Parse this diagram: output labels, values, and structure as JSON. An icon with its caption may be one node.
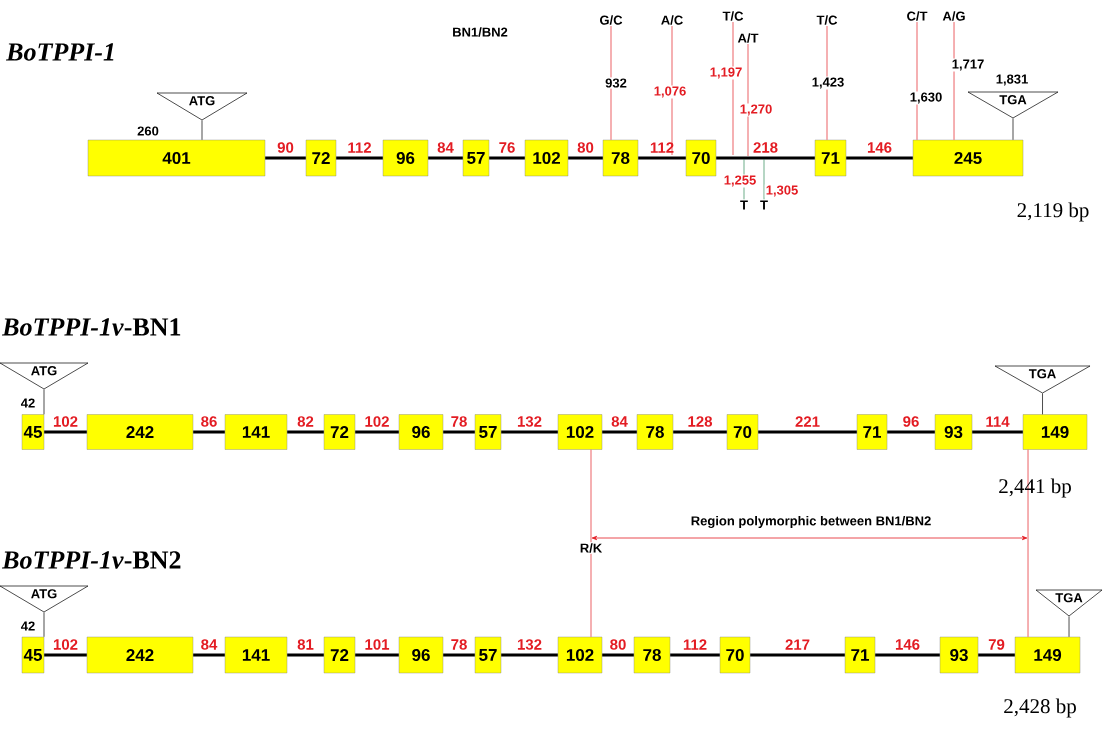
{
  "diagram": {
    "nodes": [
      {
        "text": [
          "ATG"
        ]
      },
      {
        "text": [
          "TGA"
        ],
        "beside": [
          "1,831"
        ]
      },
      {
        "text": [
          "401"
        ]
      },
      {
        "text": [
          "72"
        ]
      },
      {
        "text": [
          "96"
        ]
      },
      {
        "text": [
          "57"
        ]
      },
      {
        "text": [
          "102"
        ]
      },
      {
        "text": [
          "78"
        ]
      },
      {
        "text": [
          "70"
        ]
      },
      {
        "text": [
          "71"
        ]
      },
      {
        "text": [
          "245"
        ]
      },
      {
        "text": [
          "ATG"
        ]
      },
      {
        "text": [
          "TGA"
        ]
      },
      {
        "text": [
          "45"
        ]
      },
      {
        "text": [
          "242"
        ]
      },
      {
        "text": [
          "141"
        ]
      },
      {
        "text": [
          "72"
        ]
      },
      {
        "text": [
          "96"
        ]
      },
      {
        "text": [
          "57"
        ]
      },
      {
        "text": [
          "102"
        ]
      },
      {
        "text": [
          "78"
        ]
      },
      {
        "text": [
          "70"
        ]
      },
      {
        "text": [
          "71"
        ]
      },
      {
        "text": [
          "93"
        ]
      },
      {
        "text": [
          "149"
        ]
      },
      {
        "text": [
          "ATG"
        ]
      },
      {
        "text": [
          "TGA"
        ]
      },
      {
        "text": [
          "45"
        ]
      },
      {
        "text": [
          "242"
        ]
      },
      {
        "text": [
          "141"
        ]
      },
      {
        "text": [
          "72"
        ]
      },
      {
        "text": [
          "96"
        ]
      },
      {
        "text": [
          "57"
        ]
      },
      {
        "text": [
          "102"
        ]
      },
      {
        "text": [
          "78"
        ]
      },
      {
        "text": [
          "70"
        ]
      },
      {
        "text": [
          "71"
        ]
      },
      {
        "text": [
          "93"
        ]
      },
      {
        "text": [
          "149"
        ]
      },
      {
        "text": [
          "G/C"
        ]
      },
      {
        "text": [
          "A/C"
        ]
      },
      {
        "text": [
          "T/C"
        ]
      },
      {
        "text": [
          "A/T"
        ]
      },
      {
        "text": [
          "T/C"
        ]
      },
      {
        "text": [
          "C/T"
        ]
      },
      {
        "text": [
          "A/G"
        ]
      },
      {
        "text": [
          "T"
        ]
      },
      {
        "text": [
          "T"
        ]
      }
    ],
    "edges": [
      {
        "from": 2,
        "to": 3,
        "arrow": "none",
        "label": "90"
      },
      {
        "from": 3,
        "to": 4,
        "arrow": "none",
        "label": "112"
      },
      {
        "from": 4,
        "to": 5,
        "arrow": "none",
        "label": "84"
      },
      {
        "from": 5,
        "to": 6,
        "arrow": "none",
        "label": "76"
      },
      {
        "from": 6,
        "to": 7,
        "arrow": "none",
        "label": "80"
      },
      {
        "from": 7,
        "to": 8,
        "arrow": "none",
        "label": "112"
      },
      {
        "from": 8,
        "to": 9,
        "arrow": "none",
        "label": "218"
      },
      {
        "from": 9,
        "to": 10,
        "arrow": "none",
        "label": "146"
      },
      {
        "from": 0,
        "to": 2,
        "arrow": "none"
      },
      {
        "from": 1,
        "to": 10,
        "arrow": "none"
      },
      {
        "from": 13,
        "to": 14,
        "arrow": "none",
        "label": "102"
      },
      {
        "from": 14,
        "to": 15,
        "arrow": "none",
        "label": "86"
      },
      {
        "from": 15,
        "to": 16,
        "arrow": "none",
        "label": "82"
      },
      {
        "from": 16,
        "to": 17,
        "arrow": "none",
        "label": "102"
      },
      {
        "from": 17,
        "to": 18,
        "arrow": "none",
        "label": "78"
      },
      {
        "from": 18,
        "to": 19,
        "arrow": "none",
        "label": "132"
      },
      {
        "from": 19,
        "to": 20,
        "arrow": "none",
        "label": "84"
      },
      {
        "from": 20,
        "to": 21,
        "arrow": "none",
        "label": "128"
      },
      {
        "from": 21,
        "to": 22,
        "arrow": "none",
        "label": "221"
      },
      {
        "from": 22,
        "to": 23,
        "arrow": "none",
        "label": "96"
      },
      {
        "from": 23,
        "to": 24,
        "arrow": "none",
        "label": "114"
      },
      {
        "from": 11,
        "to": 13,
        "arrow": "none"
      },
      {
        "from": 12,
        "to": 24,
        "arrow": "none"
      },
      {
        "from": 27,
        "to": 28,
        "arrow": "none",
        "label": "102"
      },
      {
        "from": 28,
        "to": 29,
        "arrow": "none",
        "label": "84"
      },
      {
        "from": 29,
        "to": 30,
        "arrow": "none",
        "label": "81"
      },
      {
        "from": 30,
        "to": 31,
        "arrow": "none",
        "label": "101"
      },
      {
        "from": 31,
        "to": 32,
        "arrow": "none",
        "label": "78"
      },
      {
        "from": 32,
        "to": 33,
        "arrow": "none",
        "label": "132"
      },
      {
        "from": 33,
        "to": 34,
        "arrow": "none",
        "label": "80"
      },
      {
        "from": 34,
        "to": 35,
        "arrow": "none",
        "label": "112"
      },
      {
        "from": 35,
        "to": 36,
        "arrow": "none",
        "label": "217"
      },
      {
        "from": 36,
        "to": 37,
        "arrow": "none",
        "label": "146"
      },
      {
        "from": 37,
        "to": 38,
        "arrow": "none",
        "label": "79"
      },
      {
        "from": 25,
        "to": 27,
        "arrow": "none"
      },
      {
        "from": 26,
        "to": 38,
        "arrow": "none"
      },
      {
        "from": 19,
        "to": 33,
        "arrow": "none",
        "color": "#e31c23"
      },
      {
        "from": 24,
        "to": 38,
        "arrow": "none",
        "color": "#e31c23"
      },
      {
        "from": 39,
        "to": 7,
        "arrow": "none",
        "color": "#e31c23"
      },
      {
        "from": 40,
        "to": null,
        "arrow": "none",
        "color": "#e31c23"
      },
      {
        "from": 41,
        "to": null,
        "arrow": "none",
        "color": "#e31c23"
      },
      {
        "from": 42,
        "to": null,
        "arrow": "none",
        "color": "#e31c23"
      },
      {
        "from": 43,
        "to": 9,
        "arrow": "none",
        "color": "#e31c23"
      },
      {
        "from": 44,
        "to": 10,
        "arrow": "none",
        "color": "#e31c23"
      },
      {
        "from": 45,
        "to": 10,
        "arrow": "none",
        "color": "#e31c23"
      },
      {
        "from": 46,
        "to": null,
        "arrow": "none",
        "color": "#2e8b57"
      },
      {
        "from": 47,
        "to": null,
        "arrow": "none",
        "color": "#2e8b57"
      }
    ],
    "labels": [
      "BN1/BN2",
      "BoTPPI-1",
      "1,717",
      "1,197",
      "932",
      "1,423",
      "1,076",
      "1,630",
      "1,270",
      "260",
      "1,255",
      "1,305",
      "2,119 bp",
      "*BoTPPI-1v*-BN1",
      "42",
      "2,441 bp",
      "Region polymorphic between BN1/BN2",
      "R/K",
      "*BoTPPI-1v*-BN2",
      "42",
      "2,428 bp"
    ]
  }
}
